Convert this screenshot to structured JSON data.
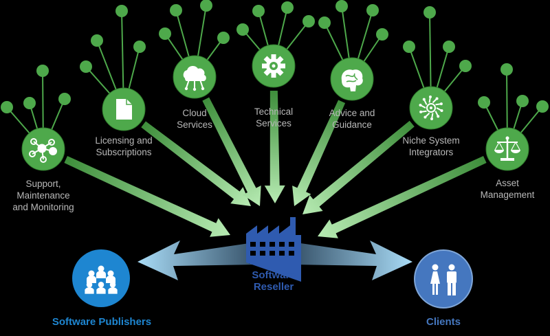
{
  "colors": {
    "background": "#000000",
    "node_green": "#4ea94b",
    "arrow_green_light": "#b7ebb3",
    "arrow_green_dark": "#3e8e3b",
    "reseller_blue": "#2f5bb0",
    "publisher_blue": "#1e86d1",
    "clients_blue": "#4577bf",
    "label_gray": "#b9b9b9"
  },
  "services": [
    {
      "name": "Support, Maintenance and Monitoring",
      "lines": [
        "Support,",
        "Maintenance",
        "and Monitoring"
      ],
      "icon": "network-icon"
    },
    {
      "name": "Licensing and Subscriptions",
      "lines": [
        "Licensing and",
        "Subscriptions"
      ],
      "icon": "document-icon"
    },
    {
      "name": "Cloud Services",
      "lines": [
        "Cloud",
        "Services"
      ],
      "icon": "cloud-icon"
    },
    {
      "name": "Technical Services",
      "lines": [
        "Technical",
        "Services"
      ],
      "icon": "gear-icon"
    },
    {
      "name": "Advice and Guidance",
      "lines": [
        "Advice and",
        "Guidance"
      ],
      "icon": "brain-icon"
    },
    {
      "name": "Niche System Integrators",
      "lines": [
        "Niche System",
        "Integrators"
      ],
      "icon": "integrator-icon"
    },
    {
      "name": "Asset Management",
      "lines": [
        "Asset",
        "Management"
      ],
      "icon": "scales-icon"
    }
  ],
  "reseller": {
    "lines": [
      "Software",
      "Reseller"
    ],
    "icon": "factory-icon"
  },
  "publishers": {
    "label": "Software Publishers",
    "icon": "people-group-icon"
  },
  "clients": {
    "label": "Clients",
    "icon": "man-woman-icon"
  }
}
